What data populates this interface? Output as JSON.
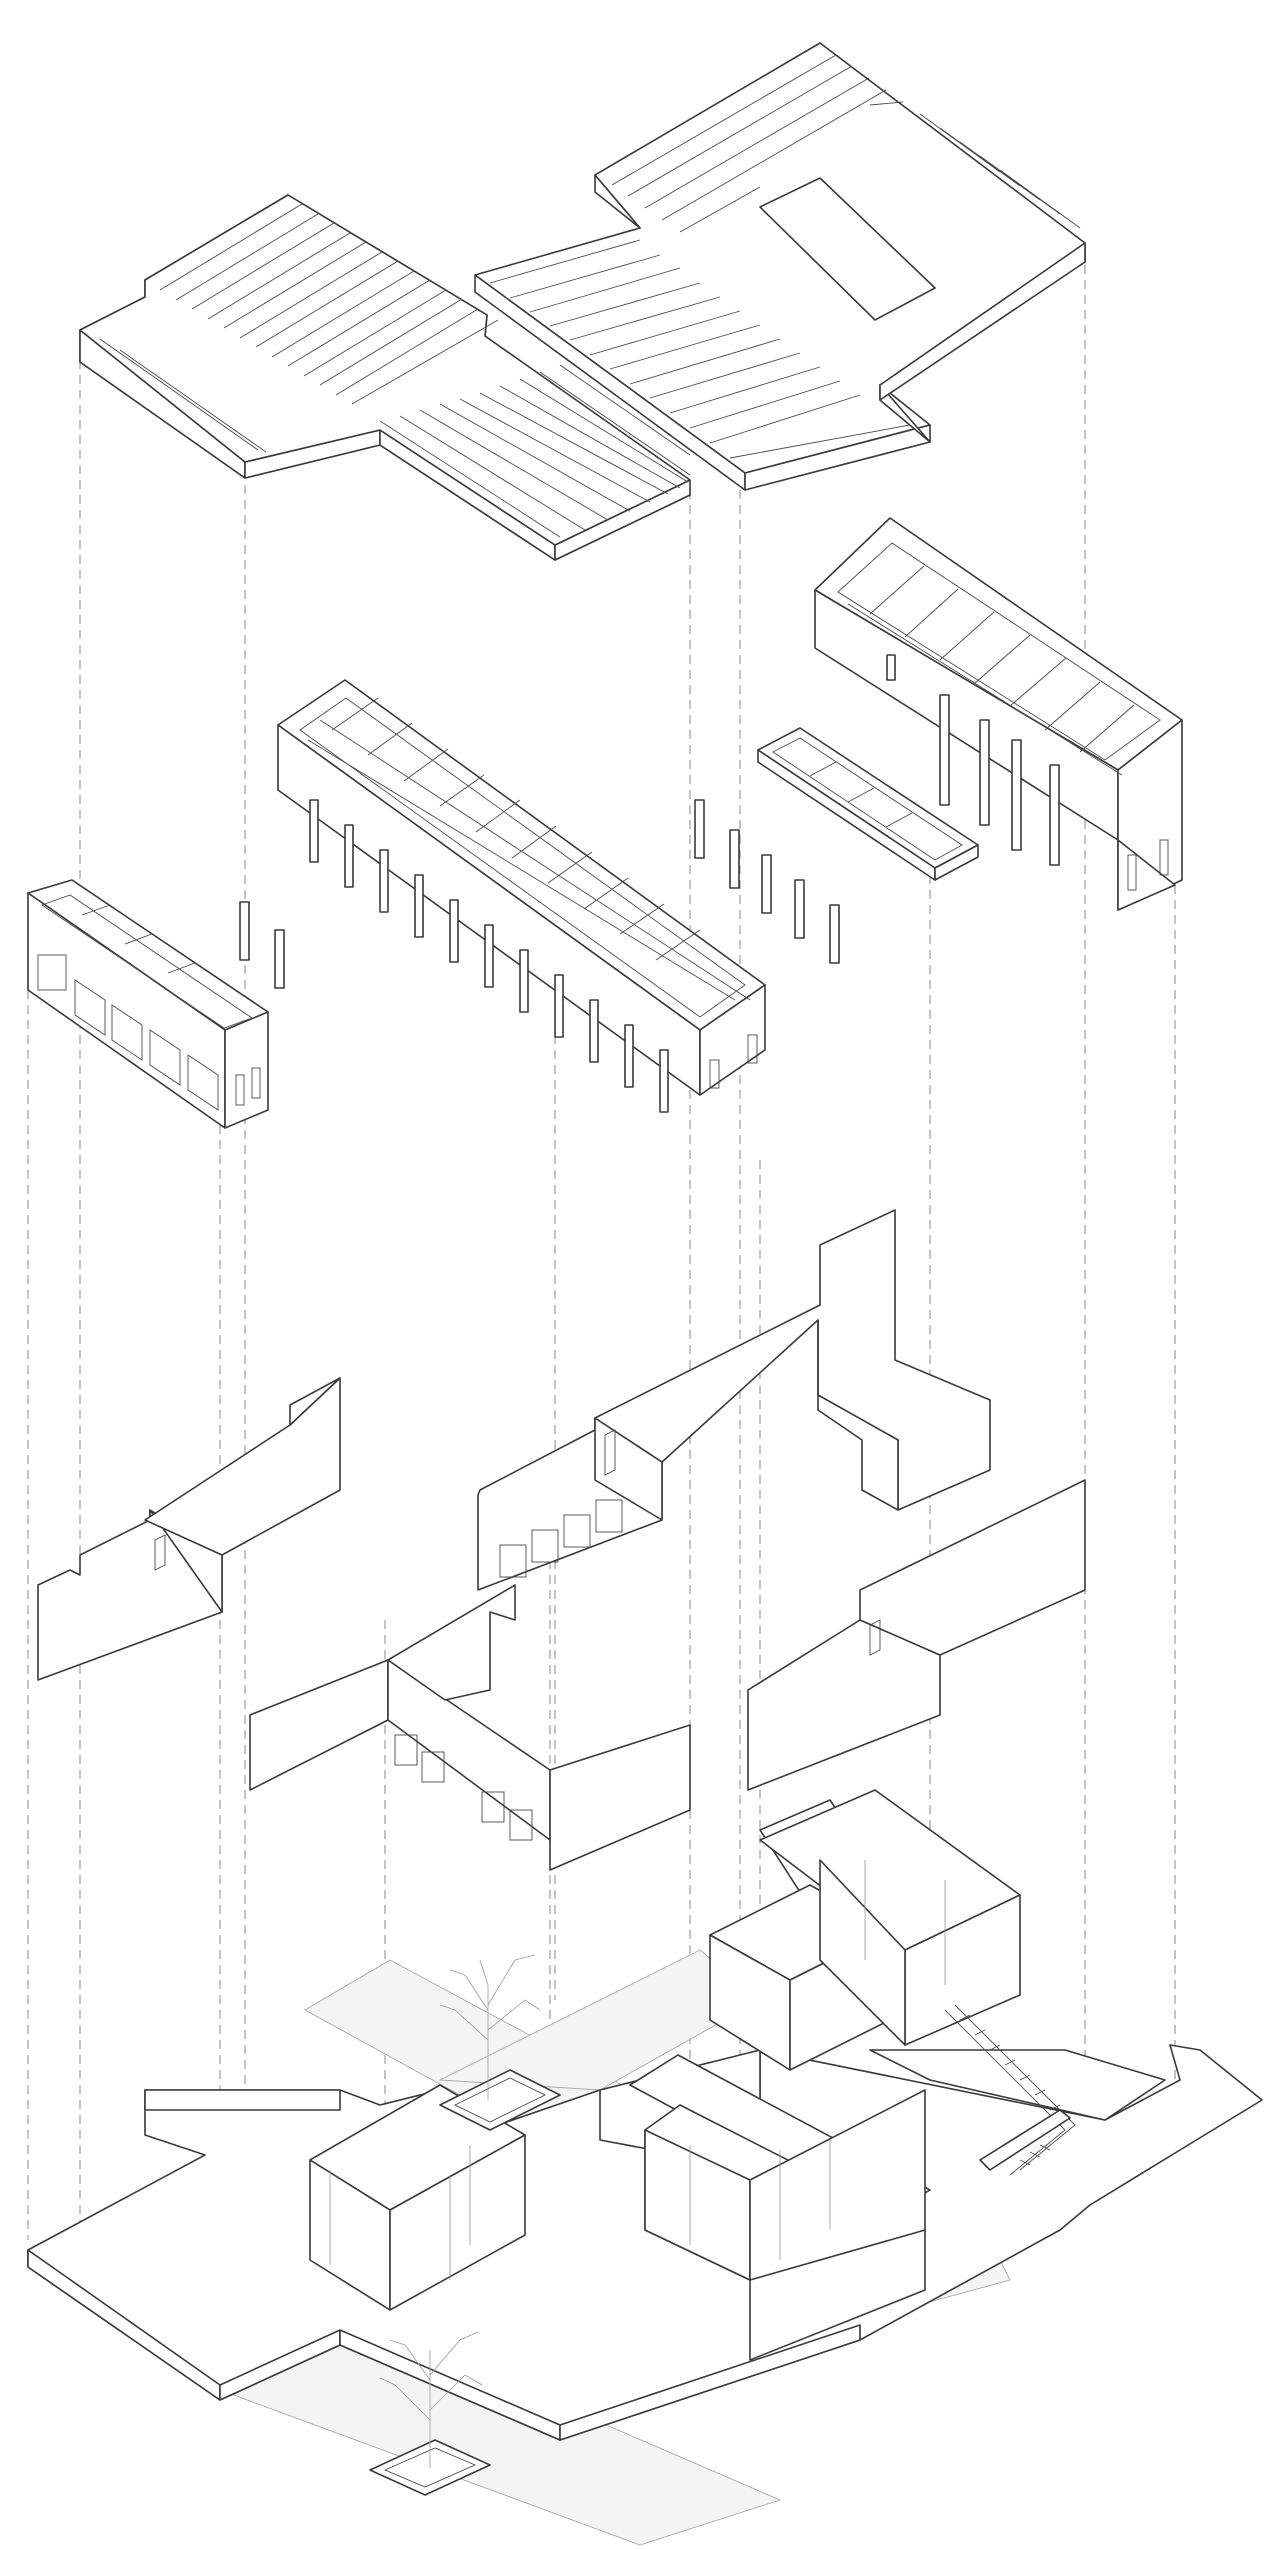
{
  "diagram": {
    "kind": "exploded-axonometric",
    "colors": {
      "line": "#3a3a3a",
      "guide": "#8a8a8a",
      "paving": "#f4f4f4",
      "background": "#ffffff"
    },
    "layers": [
      {
        "id": "roof-slabs",
        "count": 2
      },
      {
        "id": "roof-frames-and-columns",
        "count": 4
      },
      {
        "id": "upper-walls",
        "count": 2
      },
      {
        "id": "lower-walls",
        "count": 3
      },
      {
        "id": "ground-plan-with-rooms",
        "count": 1
      }
    ],
    "trees": 2,
    "staircases": 1
  }
}
